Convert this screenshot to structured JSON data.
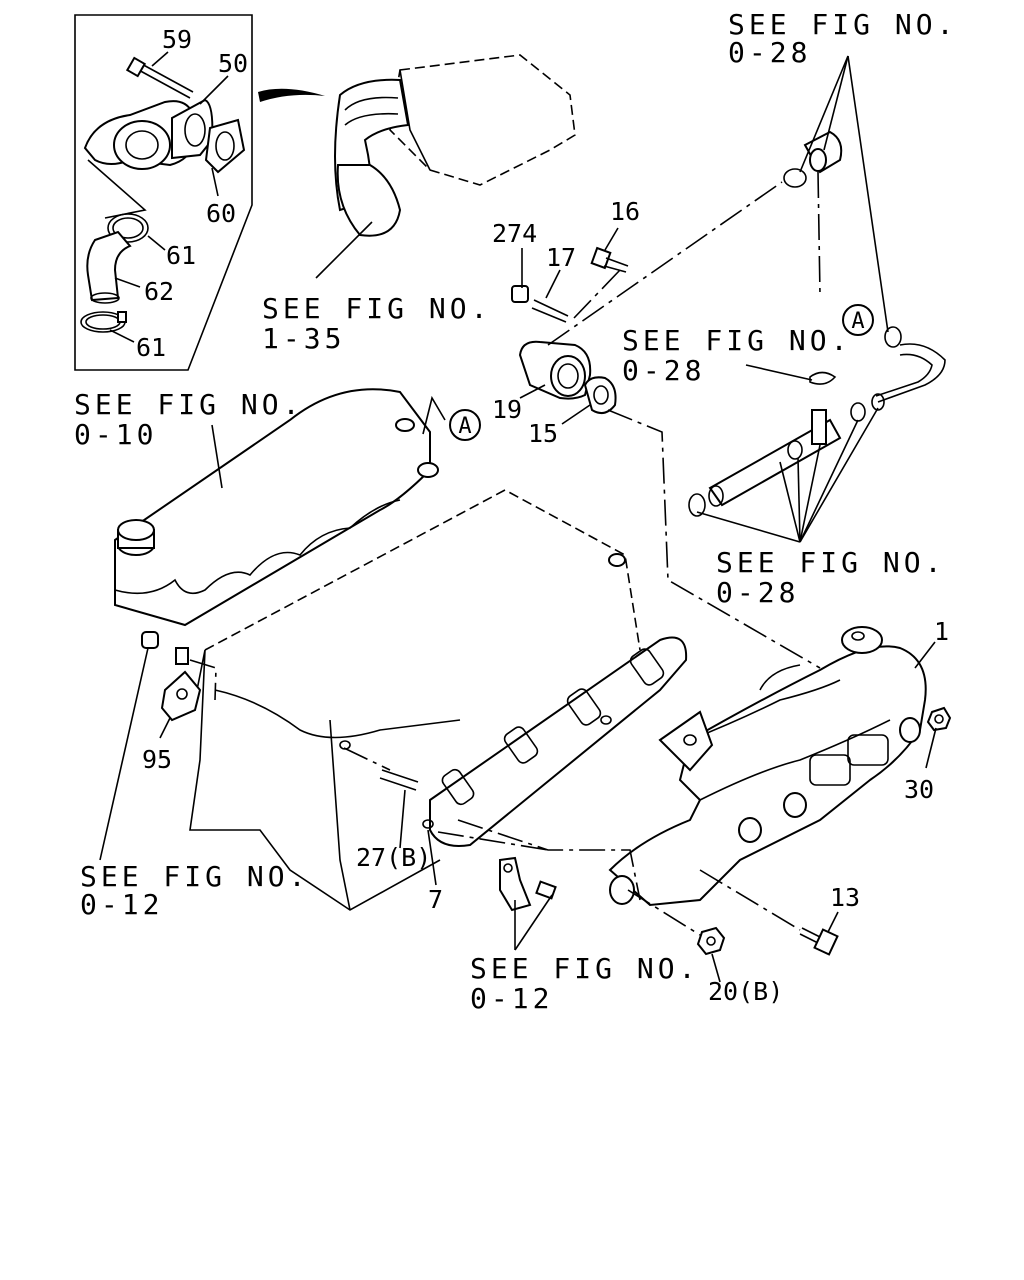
{
  "callouts": {
    "c59": "59",
    "c50": "50",
    "c60": "60",
    "c61a": "61",
    "c62": "62",
    "c61b": "61",
    "c274": "274",
    "c16": "16",
    "c17": "17",
    "c19": "19",
    "c15": "15",
    "c1": "1",
    "c30": "30",
    "c95": "95",
    "c27b": "27(B)",
    "c7": "7",
    "c13": "13",
    "c20b": "20(B)"
  },
  "refs": {
    "ref_top_right": {
      "line1": "SEE FIG NO.",
      "line2": "0-28"
    },
    "ref_intake": {
      "line1": "SEE FIG NO.",
      "line2": "1-35"
    },
    "ref_mid_right": {
      "line1": "SEE FIG NO.",
      "line2": "0-28"
    },
    "ref_cover": {
      "line1": "SEE FIG NO.",
      "line2": "0-10"
    },
    "ref_lower_right": {
      "line1": "SEE FIG NO.",
      "line2": "0-28"
    },
    "ref_block": {
      "line1": "SEE FIG NO.",
      "line2": "0-12"
    },
    "ref_bracket": {
      "line1": "SEE FIG NO.",
      "line2": "0-12"
    }
  },
  "connection_markers": {
    "marker_right": "A",
    "marker_left": "A"
  }
}
